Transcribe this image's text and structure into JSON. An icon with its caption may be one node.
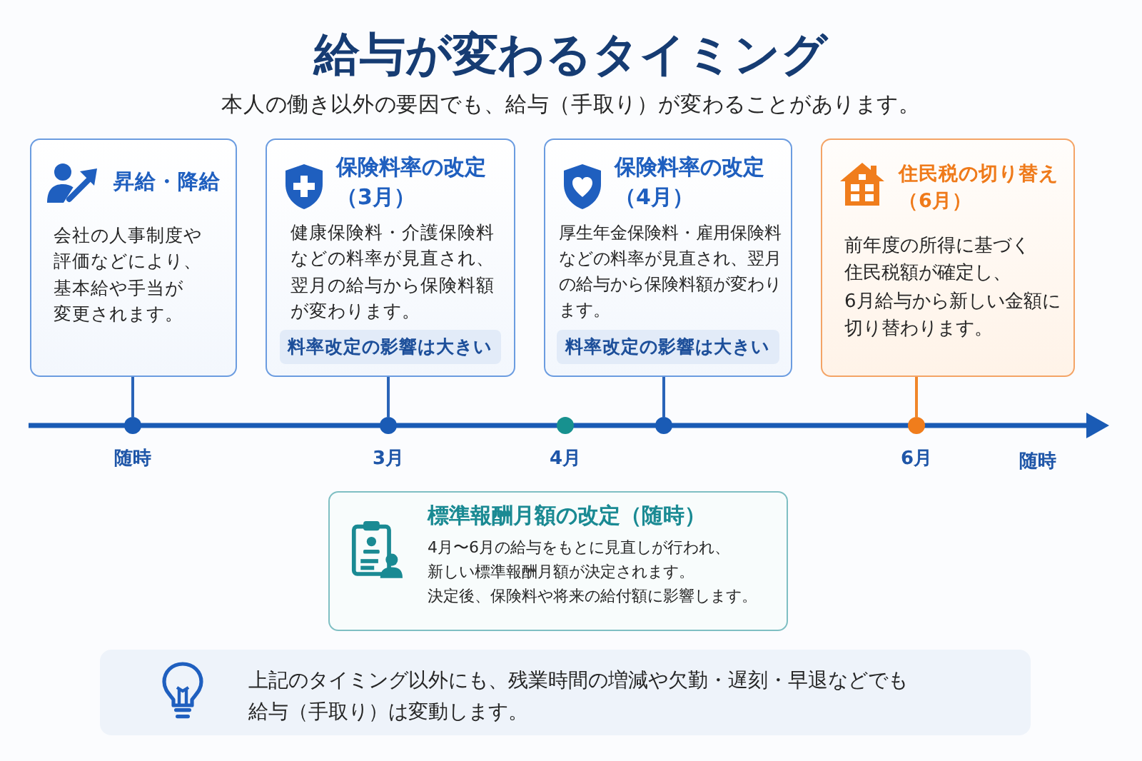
{
  "diagram": {
    "title": "給与が変わるタイミング",
    "nodes": [
      {
        "text": [
          "昇給・降給",
          "会社の人事制度や評価などにより、基本給や手当が変更されます。"
        ]
      },
      {
        "text": [
          "保険料率の改定（3月）",
          "健康保険料・介護保険料などの料率が見直され、翌月の給与から保険料額が変わります。"
        ]
      },
      {
        "text": [
          "料率改定の影響は大きい"
        ],
        "in": 1
      },
      {
        "text": [
          "保険料率の改定（4月）",
          "厚生年金保険料・雇用保険料などの料率が見直され、翌月の給与から保険料額が変わります。"
        ]
      },
      {
        "text": [
          "料率改定の影響は大きい"
        ],
        "in": 3
      },
      {
        "text": [
          "住民税の切り替え（6月）",
          "前年度の所得に基づく住民税額が確定し、6月給与から新しい金額に切り替わります。"
        ]
      },
      {
        "text": [],
        "shape": "circle",
        "beside": [
          "随時"
        ]
      },
      {
        "text": [],
        "shape": "circle",
        "beside": [
          "3月"
        ]
      },
      {
        "text": [],
        "shape": "circle",
        "beside": [
          "4月"
        ]
      },
      {
        "text": [],
        "shape": "circle"
      },
      {
        "text": [],
        "shape": "circle",
        "beside": [
          "6月"
        ]
      },
      {
        "text": [
          "標準報酬月額の改定（随時）",
          "4月〜6月の給与をもとに見直しが行われ、新しい標準報酬月額が決定されます。",
          "決定後、保険料や将来の給付額に影響します。"
        ]
      },
      {
        "text": [
          "上記のタイミング以外にも、残業時間の増減や欠勤・遅刻・早退などでも給与（手取り）は変動します。"
        ]
      }
    ],
    "edges": [
      {
        "from": 0,
        "to": 6,
        "arrow": "none"
      },
      {
        "from": 1,
        "to": 7,
        "arrow": "none"
      },
      {
        "from": 3,
        "to": 9,
        "arrow": "none"
      },
      {
        "from": 5,
        "to": 10,
        "arrow": "none",
        "color": "#f0862a"
      }
    ],
    "labels": [
      "本人の働き以外の要因でも、給与（手取り）が変わることがあります。",
      "随時"
    ]
  }
}
